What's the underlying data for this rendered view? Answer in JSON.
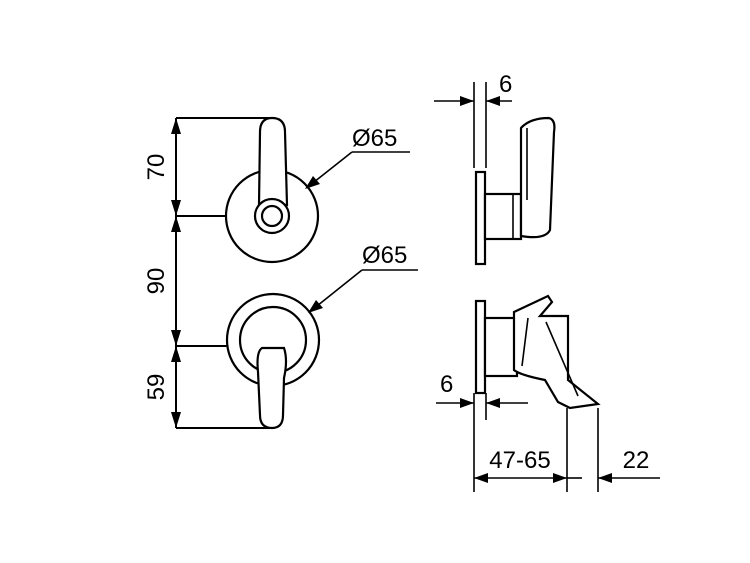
{
  "dimensions": {
    "upper_height": "70",
    "middle_spacing": "90",
    "lower_height": "59",
    "upper_diameter": "Ø65",
    "lower_diameter": "Ø65",
    "plate_thickness_top": "6",
    "plate_thickness_bottom": "6",
    "depth_range": "47-65",
    "lever_offset": "22"
  }
}
